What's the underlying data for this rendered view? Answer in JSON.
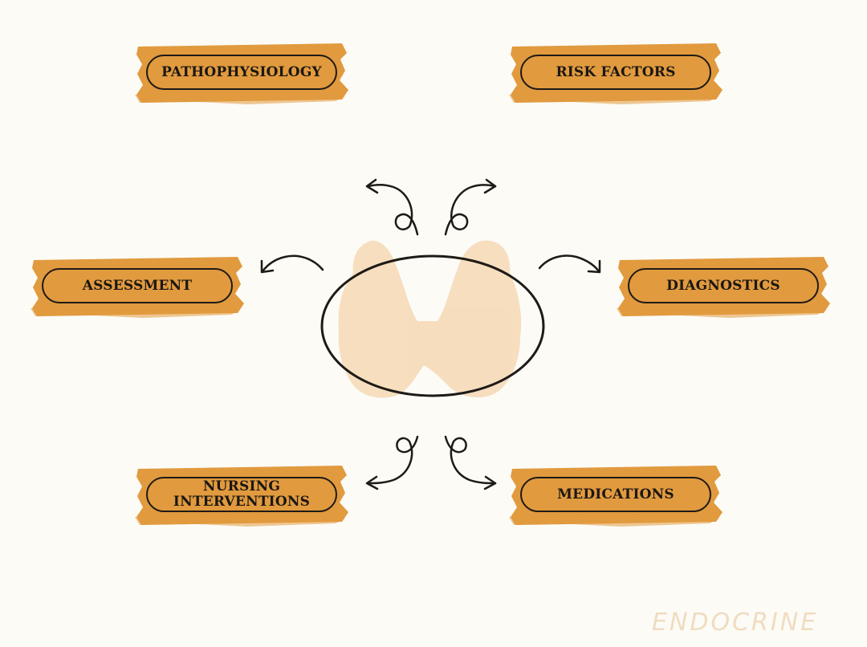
{
  "colors": {
    "background": "#fcfbf6",
    "brush": "#e19a3e",
    "outline": "#1e1a16",
    "gland": "#f5dcbc"
  },
  "nodes": {
    "pathophysiology": "PATHOPHYSIOLOGY",
    "risk_factors": "RISK FACTORS",
    "assessment": "ASSESSMENT",
    "diagnostics": "DIAGNOSTICS",
    "nursing_interventions": "NURSING\nINTERVENTIONS",
    "medications": "MEDICATIONS"
  },
  "center": {
    "icon": "thyroid-gland-icon"
  },
  "watermark": "ENDOCRINE"
}
